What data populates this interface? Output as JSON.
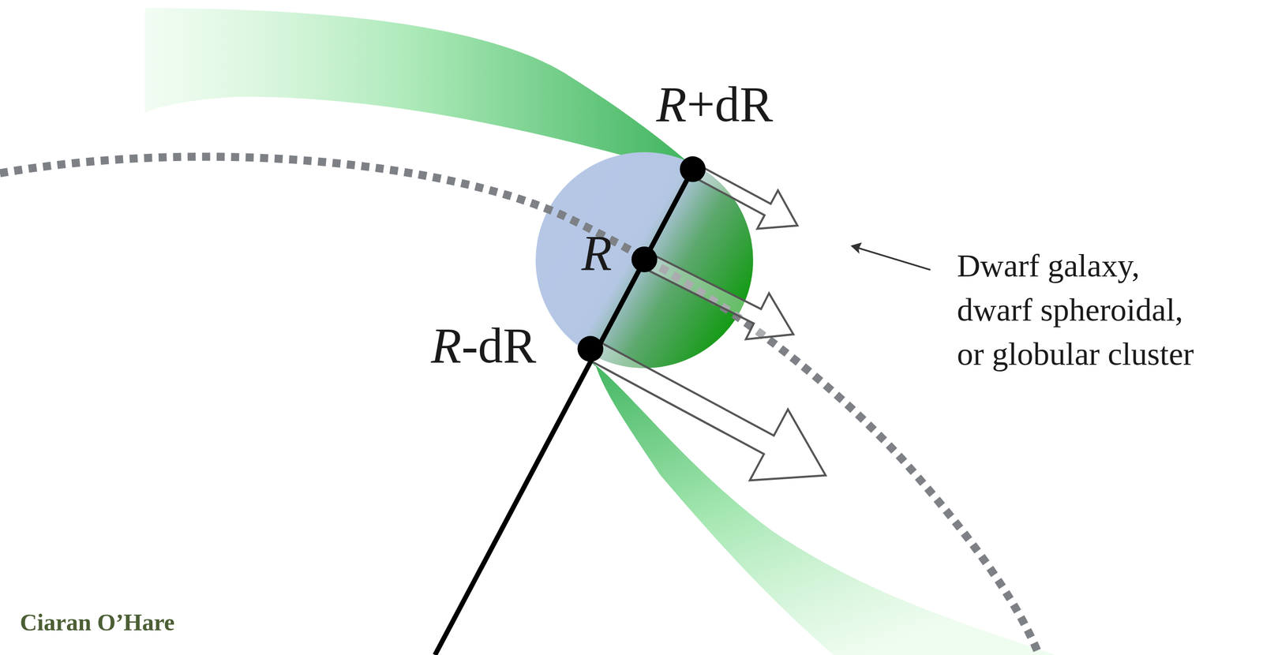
{
  "diagram": {
    "labels": [
      "R+dR",
      "R",
      "R-dR",
      "Dwarf galaxy, dwarf spheroidal, or globular cluster",
      "Ciaran O’Hare"
    ]
  }
}
